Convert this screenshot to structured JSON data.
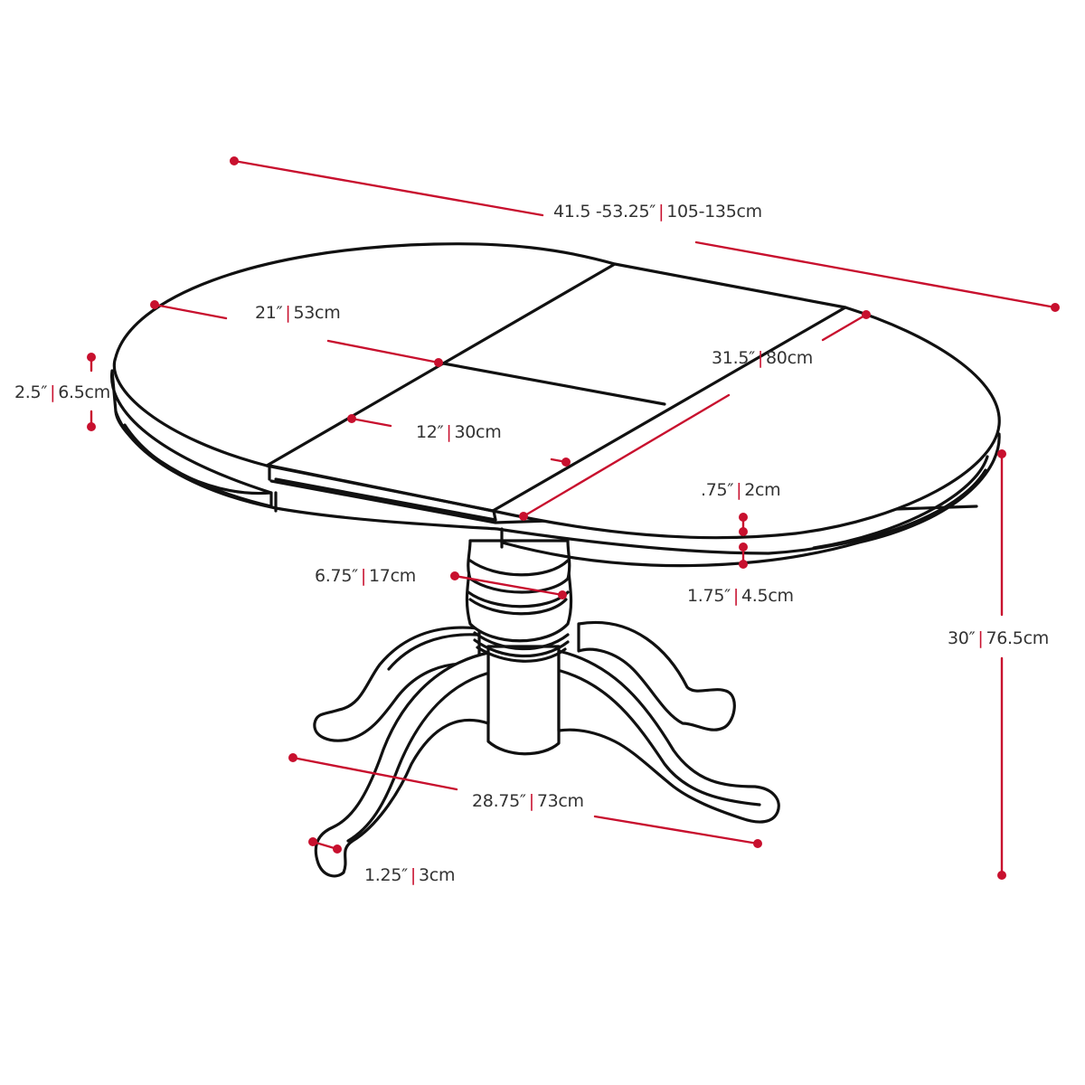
{
  "diagram": {
    "subject": "Extendable oval pedestal dining table",
    "line_color": "#111111",
    "dimension_color": "#c8102e",
    "separator": "|"
  },
  "dimensions": {
    "overall_length": {
      "imperial": "41.5 -53.25″",
      "metric": "105-135cm"
    },
    "leaf_half_depth": {
      "imperial": "21″",
      "metric": "53cm"
    },
    "top_thickness_edge": {
      "imperial": "2.5″",
      "metric": "6.5cm"
    },
    "extension_leaf": {
      "imperial": "12″",
      "metric": "30cm"
    },
    "width": {
      "imperial": "31.5″",
      "metric": "80cm"
    },
    "top_board": {
      "imperial": ".75″",
      "metric": "2cm"
    },
    "apron": {
      "imperial": "1.75″",
      "metric": "4.5cm"
    },
    "height": {
      "imperial": "30″",
      "metric": "76.5cm"
    },
    "pedestal_diameter": {
      "imperial": "6.75″",
      "metric": "17cm"
    },
    "base_span": {
      "imperial": "28.75″",
      "metric": "73cm"
    },
    "foot_width": {
      "imperial": "1.25″",
      "metric": "3cm"
    }
  }
}
